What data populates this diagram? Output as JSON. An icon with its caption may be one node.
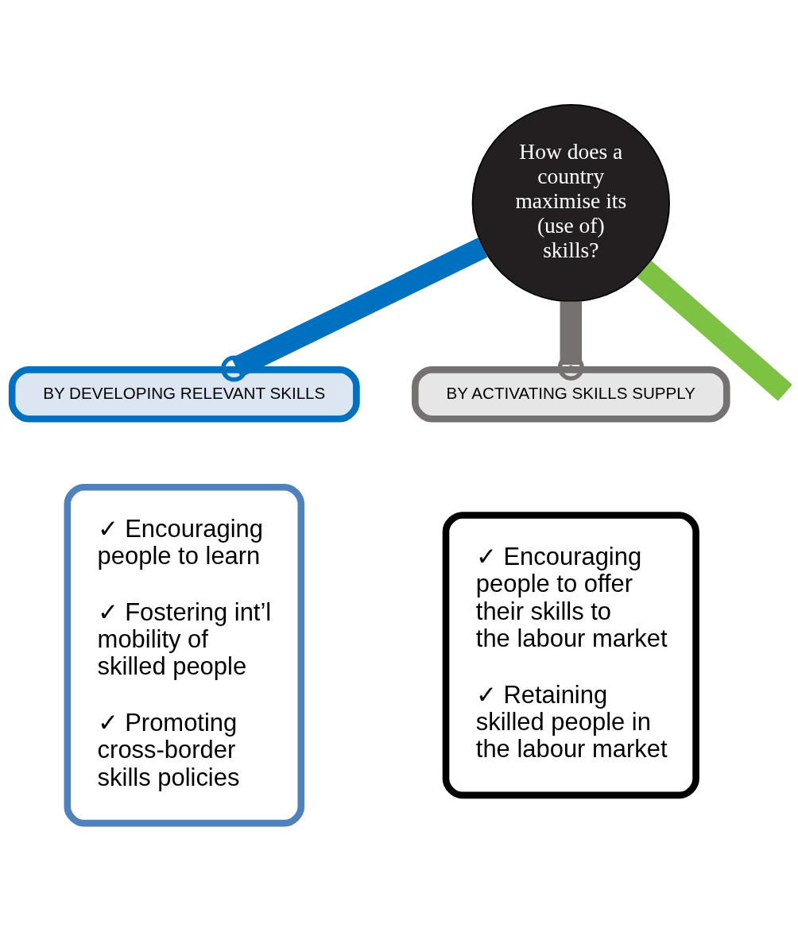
{
  "diagram": {
    "nodes": [
      {
        "text": [
          "How does a country maximise its (use of) skills?"
        ]
      },
      {
        "text": [
          "BY DEVELOPING RELEVANT SKILLS"
        ]
      },
      {
        "text": [
          "BY ACTIVATING SKILLS SUPPLY"
        ]
      },
      {
        "text": [
          "✓ Encouraging people to learn",
          "✓ Fostering int’l mobility of skilled people",
          "✓ Promoting cross-border skills policies"
        ]
      },
      {
        "text": [
          "✓ Encouraging people to offer their skills to the labour market",
          "✓ Retaining skilled people in the labour market"
        ]
      }
    ],
    "edges": [
      {
        "from": 0,
        "to": 1,
        "arrow": "other",
        "color": "#0070c0"
      },
      {
        "from": 0,
        "to": 2,
        "arrow": "other",
        "color": "#767171"
      },
      {
        "from": 0,
        "to": null,
        "arrow": "none",
        "color": "#7dc242"
      }
    ]
  }
}
